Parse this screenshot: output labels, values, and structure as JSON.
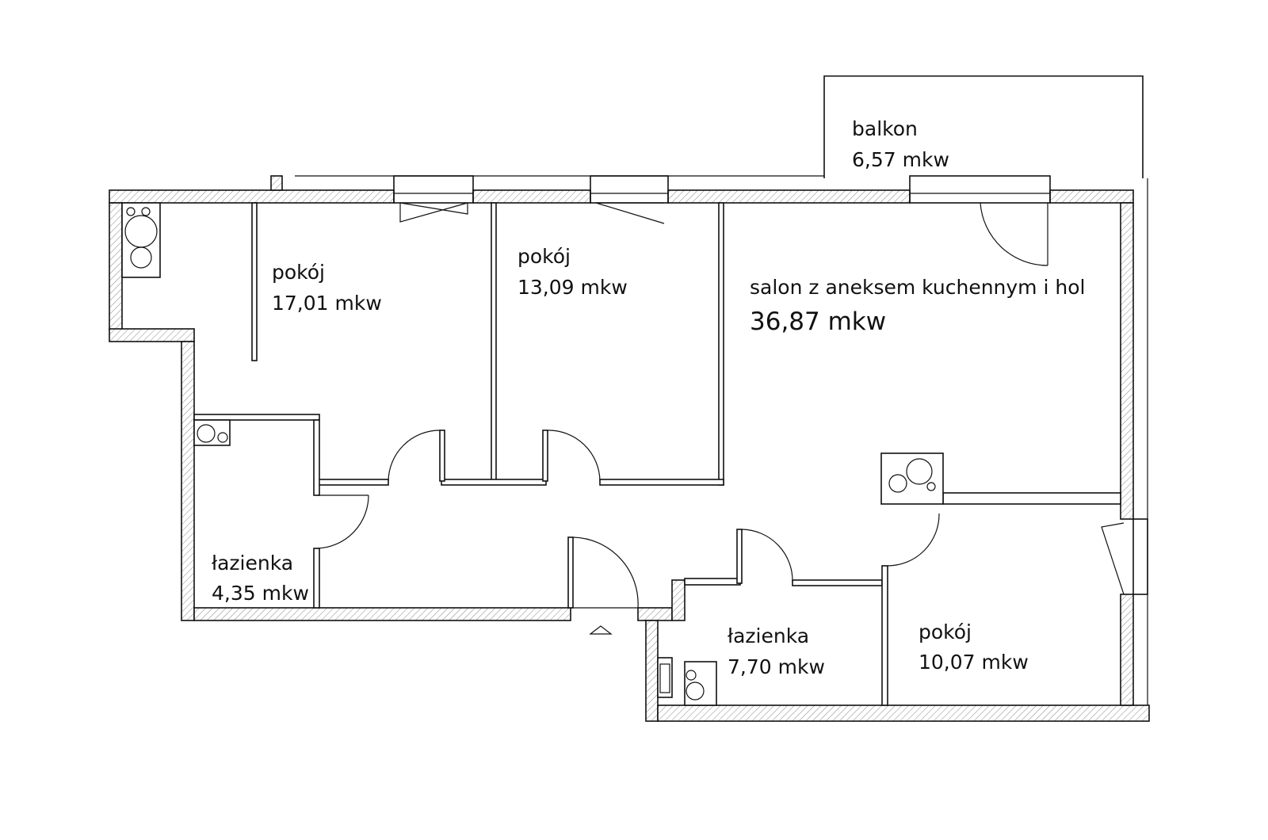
{
  "plan": {
    "rooms": [
      {
        "name": "pokój",
        "area": "17,01 mkw"
      },
      {
        "name": "pokój",
        "area": "13,09 mkw"
      },
      {
        "name": "salon z aneksem kuchennym i hol",
        "area": "36,87 mkw"
      },
      {
        "name": "balkon",
        "area": "6,57 mkw"
      },
      {
        "name": "łazienka",
        "area": "4,35 mkw"
      },
      {
        "name": "łazienka",
        "area": "7,70 mkw"
      },
      {
        "name": "pokój",
        "area": "10,07 mkw"
      }
    ]
  }
}
